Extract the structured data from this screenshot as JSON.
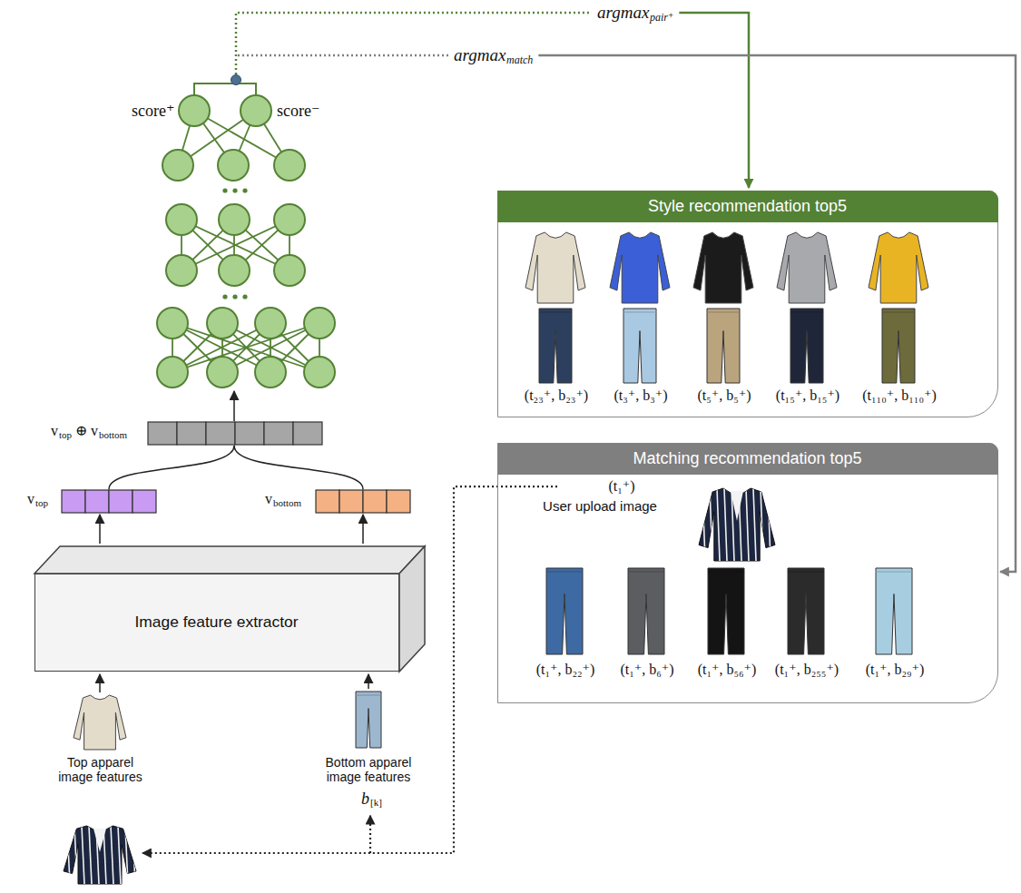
{
  "diagram": {
    "nodes": [
      {
        "text": [
          "Image feature extractor"
        ]
      },
      {
        "text": [
          "Style recommendation top5",
          "(t₂₃⁺, b₂₃⁺)",
          "(t₃⁺, b₃⁺)",
          "(t₅⁺, b₅⁺)",
          "(t₁₅⁺, b₁₅⁺)",
          "(t₁₁₀⁺, b₁₁₀⁺)"
        ]
      },
      {
        "text": [
          "Matching recommendation top5",
          "(t₁⁺)",
          "User upload image",
          "(t₁⁺, b₂₂⁺)",
          "(t₁⁺, b₆⁺)",
          "(t₁⁺, b₅₆⁺)",
          "(t₁⁺, b₂₅₅⁺)",
          "(t₁⁺, b₂₉⁺)"
        ]
      }
    ],
    "labels": [
      "argmax",
      "pair⁺",
      "argmax",
      "match",
      "score⁺",
      "score⁻",
      "v",
      "top",
      "⊕",
      "v",
      "bottom",
      "v",
      "top",
      "v",
      "bottom",
      "Top apparel image features",
      "Bottom apparel image features",
      "b",
      "[k]"
    ]
  }
}
